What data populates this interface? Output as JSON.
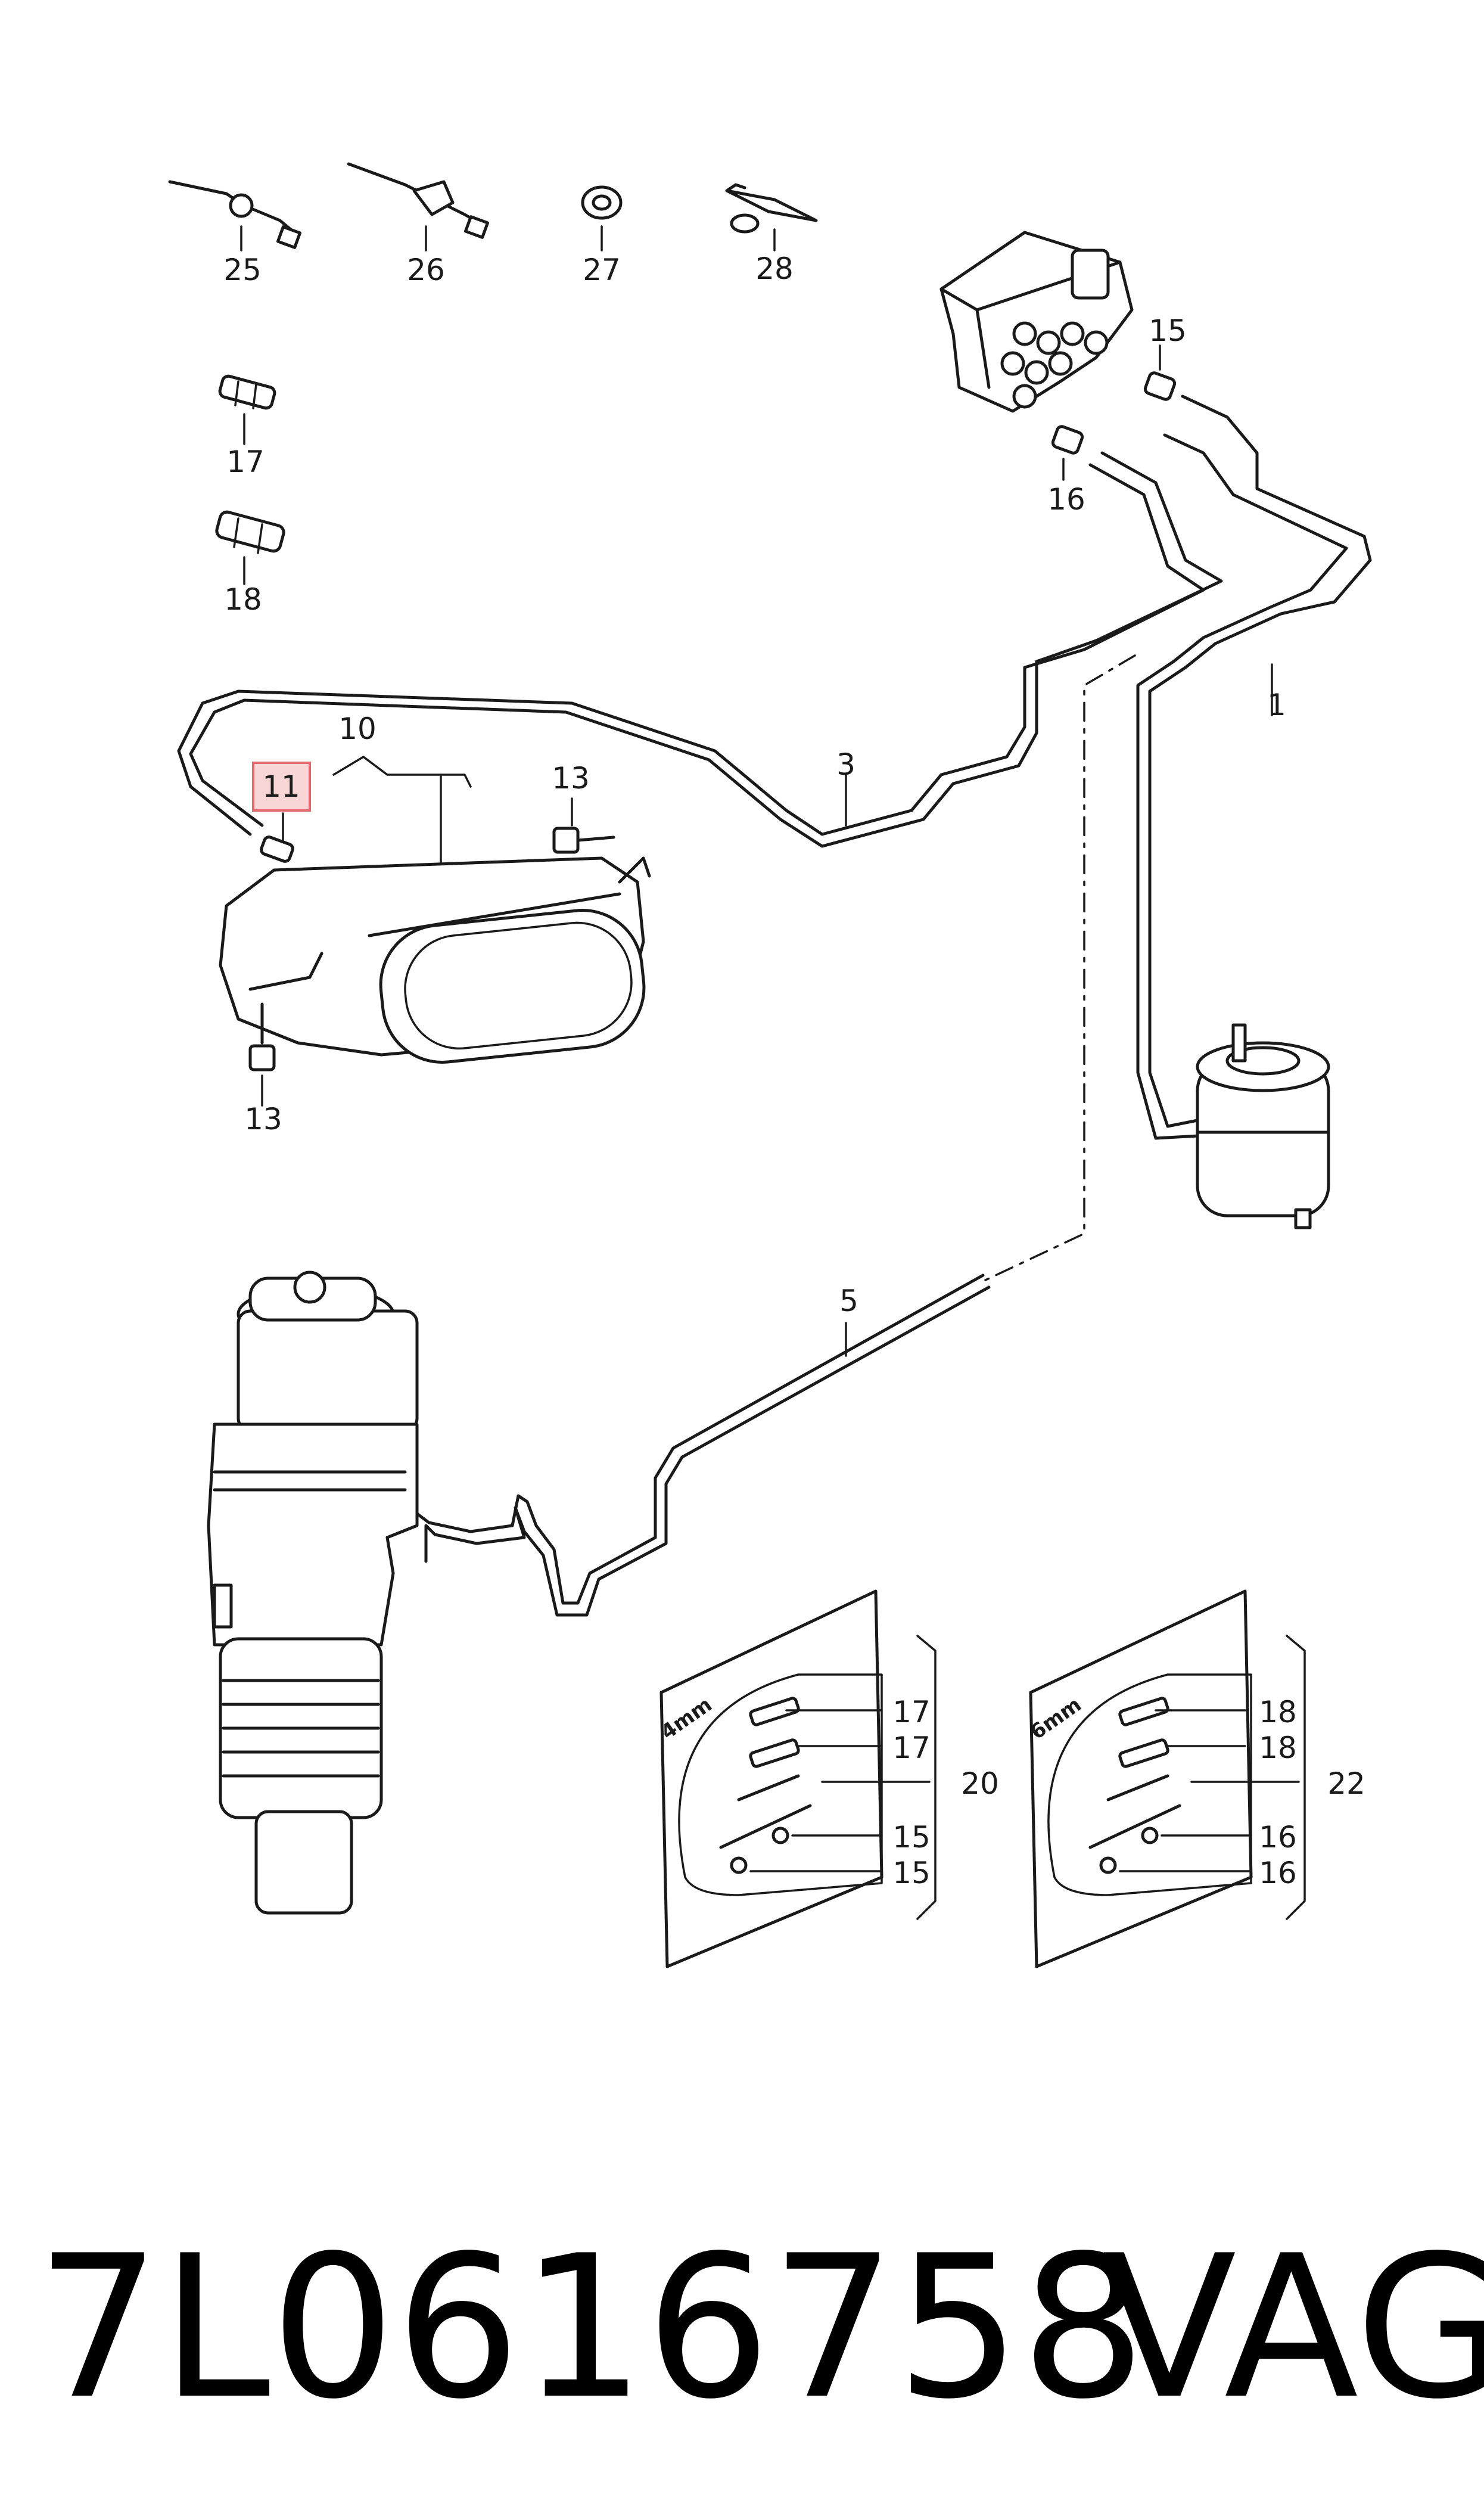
{
  "labels": {
    "p1": "1",
    "p3": "3",
    "p5": "5",
    "p10": "10",
    "p11": "11",
    "p13a": "13",
    "p13b": "13",
    "p15": "15",
    "p16": "16",
    "p17": "17",
    "p18": "18",
    "p25": "25",
    "p26": "26",
    "p27": "27",
    "p28": "28",
    "k20": "20",
    "k22": "22",
    "k20_a": "17",
    "k20_b": "17",
    "k20_c": "15",
    "k20_d": "15",
    "k22_a": "18",
    "k22_b": "18",
    "k22_c": "16",
    "k22_d": "16",
    "kit4_size": "4mm",
    "kit6_size": "6mm"
  },
  "highlighted_part": "11",
  "highlight_color": "#f8d6d6",
  "footer": {
    "part_number": "7L0616758",
    "brand": "VAG"
  }
}
